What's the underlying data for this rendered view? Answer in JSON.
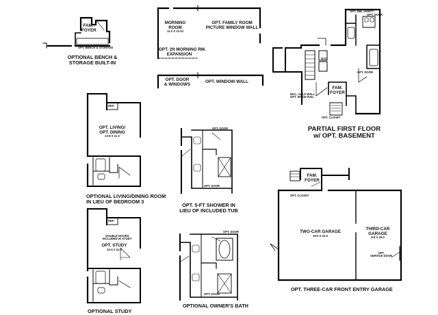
{
  "title": "",
  "panels": {
    "bench": {
      "caption_1": "OPTIONAL BENCH &",
      "caption_2": "STORAGE BUILT-IN",
      "room": "FAM.",
      "room_2": "FOYER",
      "note": "OPT. BENCH & STORAGE"
    },
    "morning": {
      "room": "MORNING",
      "room_2": "ROOM",
      "dims": "11-0 X 13-10",
      "family_1": "OPT. FAMILY ROOM",
      "family_2": "PICTURE WINDOW WALL",
      "expansion_1": "OPT. 2ft MORNING RM.",
      "expansion_2": "EXPANSION",
      "door_1": "OPT. DOOR",
      "door_2": "& WINDOWS",
      "window_wall": "OPT. WINDOW WALL"
    },
    "partial": {
      "vanity": "OPT. DBL VANITY",
      "door_top": "OPT. DOOR",
      "door_right": "OPT. DOOR",
      "hall_1": "INCL. HALF WALL",
      "hall_2": "OPT. WOOD RAIL",
      "room": "FAM.",
      "room_2": "FOYER",
      "closet": "OPT. CLOSET",
      "wd": "W D",
      "caption_1": "PARTIAL FIRST FLOOR",
      "caption_2": "w/ OPT. BASEMENT"
    },
    "living": {
      "ref": "REF.",
      "room_1": "OPT. LIVING/",
      "room_2": "OPT. DINING",
      "dims": "12-8 X 11-2",
      "caption_1": "OPTIONAL LIVING/DINING ROOM",
      "caption_2": "IN LIEU OF BEDROOM 3"
    },
    "shower": {
      "door_top": "OPT. DOOR",
      "door_bottom": "OPT. DOOR",
      "caption_1": "OPT. 5-FT SHOWER IN",
      "caption_2": "LIEU OF INCLUDED TUB"
    },
    "study": {
      "ref": "REF.",
      "doors_1": "DOUBLE DOORS",
      "doors_2": "INCLUDED w/ STUDY",
      "room": "OPT. STUDY",
      "dims": "12-4 X 11-2",
      "caption": "OPTIONAL STUDY"
    },
    "bath": {
      "door_top": "OPT. DOOR",
      "door_bottom": "OPT. DOOR",
      "caption": "OPTIONAL OWNER'S BATH"
    },
    "garage": {
      "room": "FAM.",
      "room_2": "FOYER",
      "closet": "OPT. CLOSET",
      "two_car_1": "TWO-CAR GARAGE",
      "two_car_2": "19-0 X 22-0",
      "third_1": "THIRD-CAR",
      "third_2": "GARAGE",
      "third_3": "9-8 X 20-0",
      "service_1": "OPT.",
      "service_2": "SERVICE DOOR",
      "caption": "OPT. THREE-CAR FRONT ENTRY GARAGE"
    }
  }
}
